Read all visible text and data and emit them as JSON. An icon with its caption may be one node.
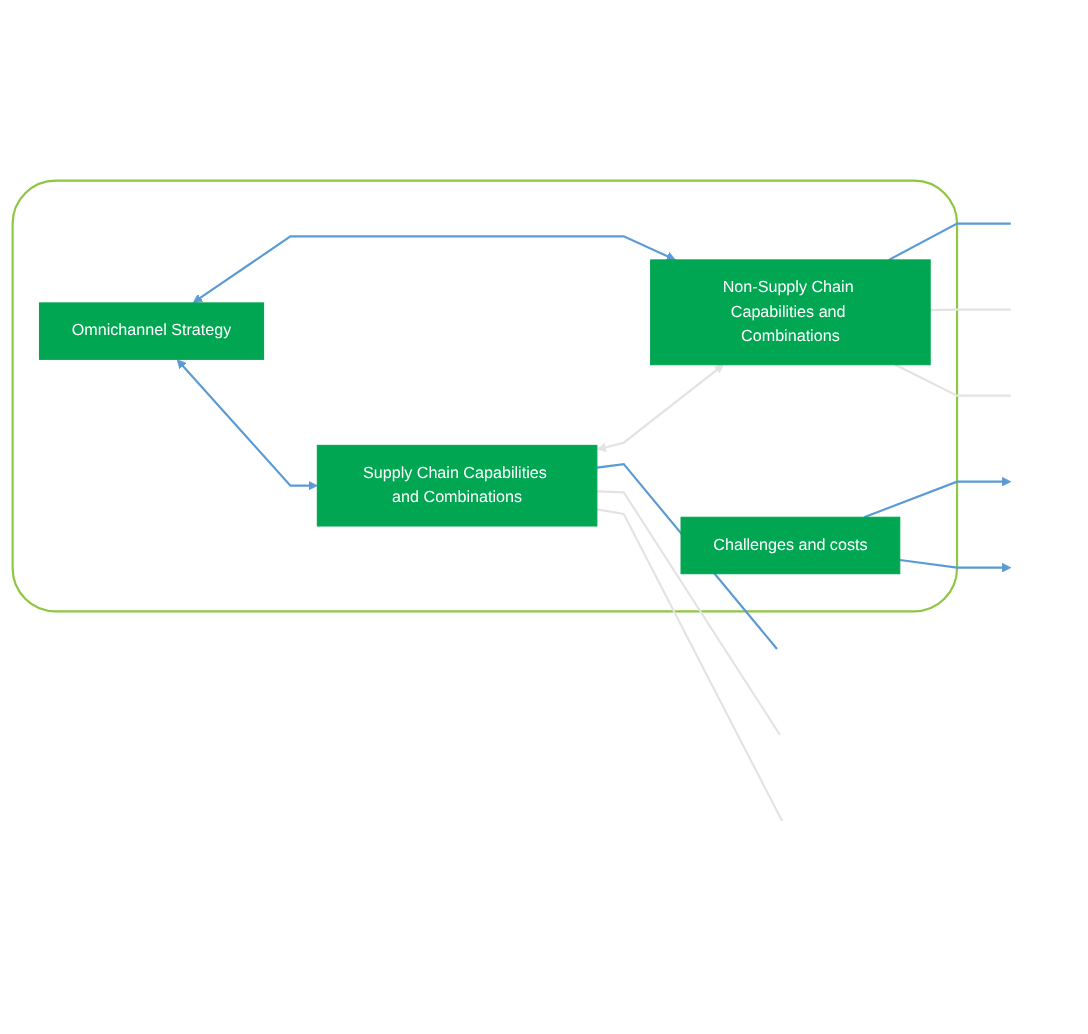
{
  "diagram": {
    "nodes": [
      {
        "text": [],
        "shape": "box"
      },
      {
        "text": [
          "Challenges and costs"
        ],
        "in": 0
      },
      {
        "text": [
          "Omnichannel Strategy"
        ],
        "in": 0
      },
      {
        "text": [
          "Supply Chain Capabilities and Combinations"
        ],
        "in": 0
      },
      {
        "text": [
          "Non-Supply Chain Capabilities and Combinations"
        ],
        "in": 0
      }
    ],
    "edges": [
      {
        "from": 1,
        "to": null,
        "arrow": "to"
      },
      {
        "from": 1,
        "to": null,
        "arrow": "to"
      },
      {
        "from": 2,
        "to": 3,
        "arrow": "both"
      },
      {
        "from": 2,
        "to": 4,
        "arrow": "both"
      },
      {
        "from": 3,
        "to": 4,
        "arrow": "both",
        "color": "#e3e3e3"
      },
      {
        "from": 3,
        "to": null,
        "arrow": "none"
      },
      {
        "from": 4,
        "to": null,
        "arrow": "none"
      },
      {
        "from": 3,
        "to": null,
        "arrow": "none",
        "color": "#e3e3e3"
      },
      {
        "from": 3,
        "to": null,
        "arrow": "none",
        "color": "#e3e3e3"
      },
      {
        "from": 4,
        "to": null,
        "arrow": "none",
        "color": "#e3e3e3"
      },
      {
        "from": 4,
        "to": null,
        "arrow": "none",
        "color": "#e3e3e3"
      }
    ]
  }
}
